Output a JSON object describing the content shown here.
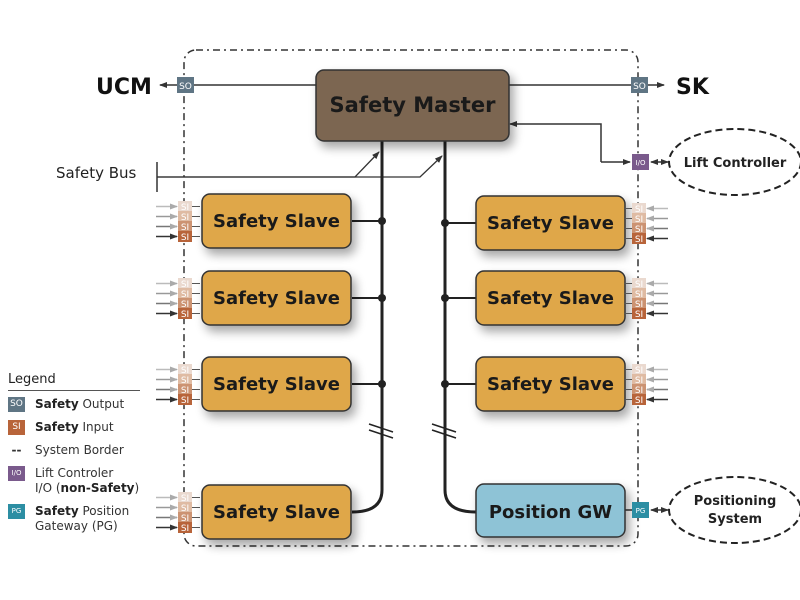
{
  "master": {
    "label": "Safety Master"
  },
  "external": {
    "ucm": "UCM",
    "sk": "SK",
    "lift_controller": "Lift Controller",
    "positioning_system": [
      "Positioning",
      "System"
    ]
  },
  "bus_label": "Safety Bus",
  "slaves_left": [
    "Safety Slave",
    "Safety Slave",
    "Safety Slave",
    "Safety Slave"
  ],
  "slaves_right": [
    "Safety Slave",
    "Safety Slave",
    "Safety Slave"
  ],
  "gateway": {
    "label": "Position GW"
  },
  "ports": {
    "so": "SO",
    "si": "SI",
    "io": "I/O",
    "pg": "PG"
  },
  "colors": {
    "master": "#7b6651",
    "slave": "#dfa74a",
    "gateway": "#8ec3d6",
    "so": "#5f7584",
    "si": "#b8643a",
    "io": "#7a5a8c",
    "pg": "#2c8ea3"
  },
  "legend": {
    "title": "Legend",
    "items": [
      {
        "icon": "SO",
        "bold": "Safety",
        "text": " Output"
      },
      {
        "icon": "SI",
        "bold": "Safety",
        "text": " Input"
      },
      {
        "icon": "--",
        "bold": "",
        "text": "System Border"
      },
      {
        "icon": "I/O",
        "line1": "Lift Controler",
        "line2_pre": "I/O (",
        "line2_bold": "non-Safety",
        "line2_post": ")"
      },
      {
        "icon": "PG",
        "bold": "Safety",
        "text": " Position",
        "line2": "Gateway (PG)"
      }
    ]
  }
}
